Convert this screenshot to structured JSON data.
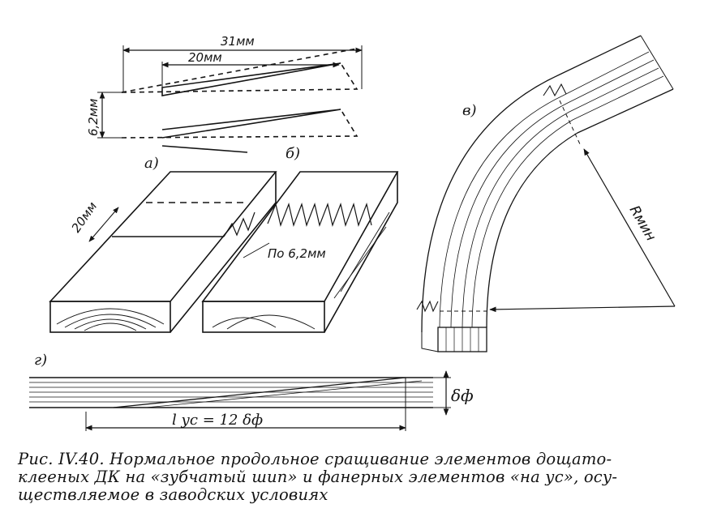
{
  "figure": {
    "labels": {
      "a": "а)",
      "b": "б)",
      "v": "в)",
      "g": "г)"
    },
    "dims": {
      "length_total": "31мм",
      "length_finger": "20мм",
      "pitch": "6,2мм",
      "block_length": "20мм",
      "block_pitch": "По 6,2мм",
      "radius": "Rмин",
      "thickness": "δф",
      "scarf_length": "l ус = 12 δф"
    }
  },
  "caption": {
    "lines": [
      "Рис. IV.40. Нормальное продольное сращивание элементов дощато-",
      "клееных ДК на «зубчатый шип» и фанерных элементов «на ус», осу-",
      "ществляемое в заводских условиях"
    ]
  }
}
